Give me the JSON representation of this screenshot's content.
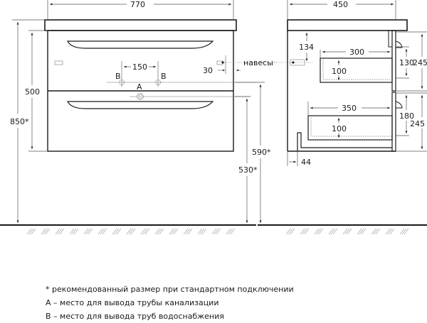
{
  "front_view": {
    "width": "770",
    "body_height": "500",
    "total_height": "850*",
    "pipe_spacing": "150",
    "drain_height": "590*",
    "water_height": "530*",
    "hanger_offset": "30",
    "hanger_label": "навесы",
    "label_a": "A",
    "label_b_left": "B",
    "label_b_right": "B"
  },
  "side_view": {
    "depth": "450",
    "hanger_height": "134",
    "upper_drawer_depth": "300",
    "upper_drawer_height": "100",
    "upper_front_inner": "130",
    "upper_front_outer": "245",
    "lower_drawer_depth": "350",
    "lower_drawer_height": "100",
    "lower_front_inner": "180",
    "lower_front_outer": "245",
    "plinth_offset": "44"
  },
  "notes": [
    "* рекомендованный размер при стандартном подключении",
    "A – место для вывода трубы канализации",
    "B – место для вывода труб водоснабжения"
  ],
  "colors": {
    "line": "#1a1a1a",
    "thin": "#555555",
    "dotted": "#777777"
  }
}
